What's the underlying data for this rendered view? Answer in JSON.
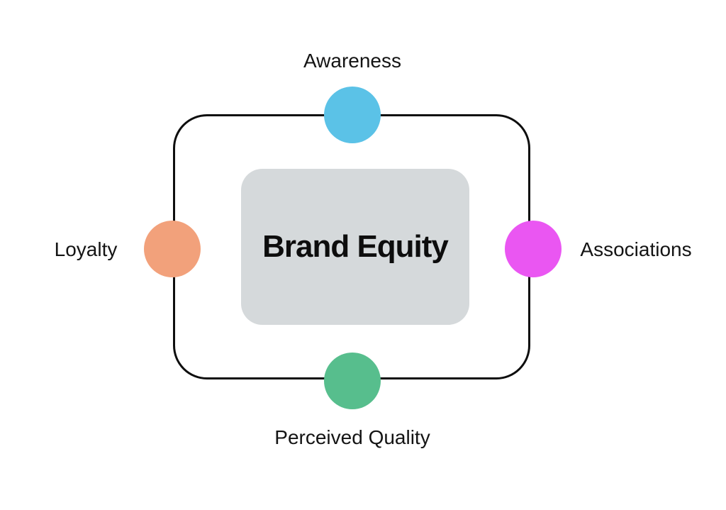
{
  "diagram": {
    "center": {
      "title": "Brand Equity"
    },
    "nodes": [
      {
        "id": "awareness",
        "label": "Awareness",
        "position": "top",
        "color": "#5bc2e7"
      },
      {
        "id": "associations",
        "label": "Associations",
        "position": "right",
        "color": "#ea56f2"
      },
      {
        "id": "perceived-quality",
        "label": "Perceived Quality",
        "position": "bottom",
        "color": "#57be8d"
      },
      {
        "id": "loyalty",
        "label": "Loyalty",
        "position": "left",
        "color": "#f2a17b"
      }
    ],
    "colors": {
      "background": "#ffffff",
      "center_box": "#d5d9db",
      "outline": "#0e0e0e",
      "label_text": "#141414",
      "title_text": "#0d0d0d"
    }
  }
}
